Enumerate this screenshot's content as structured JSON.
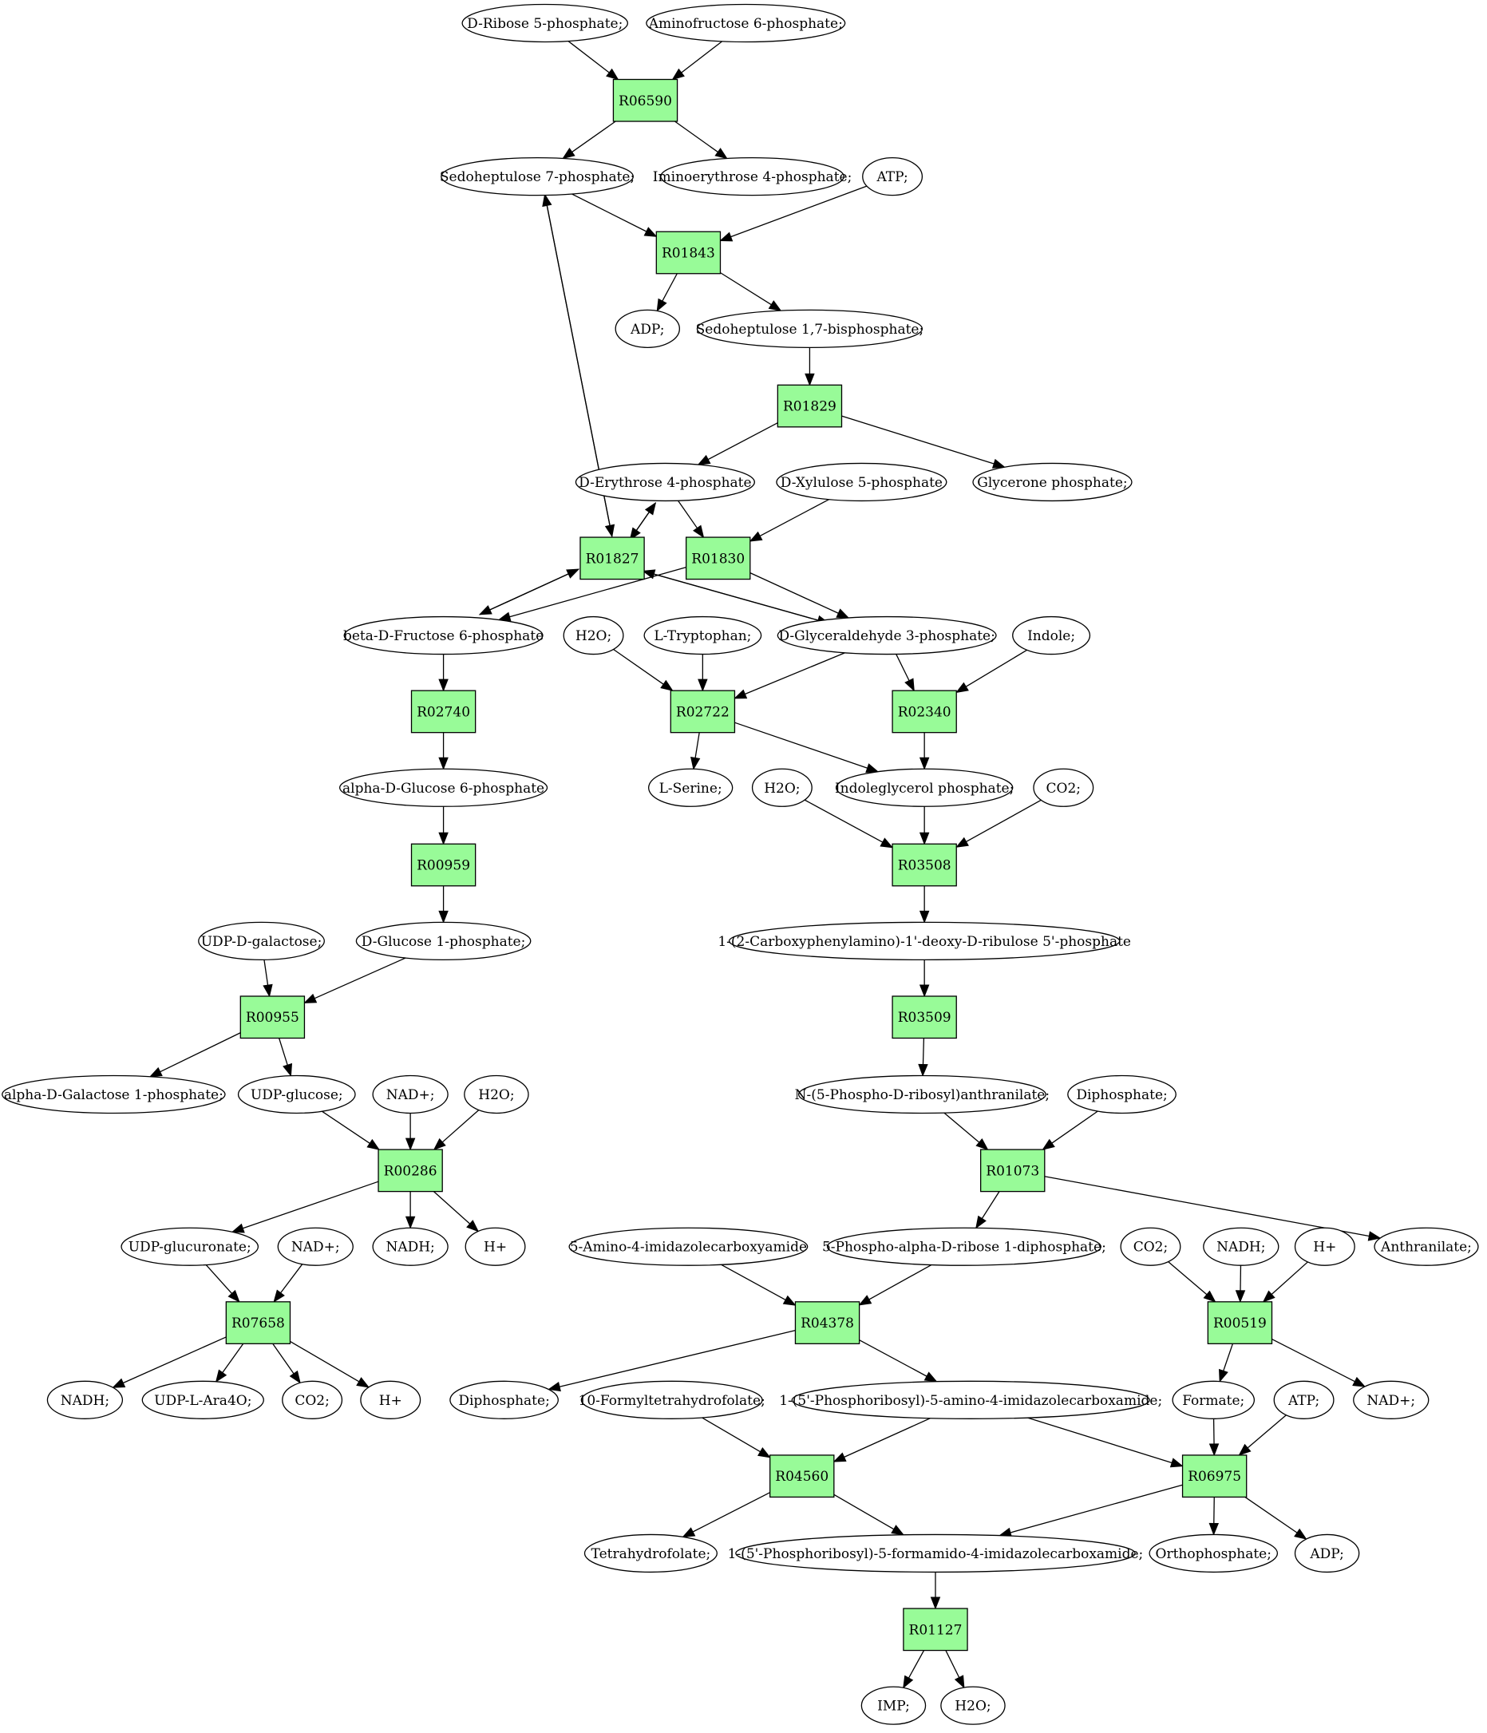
{
  "colors": {
    "reaction_fill": "#98fb98",
    "start_fill": "#00dd00",
    "end_fill": "#ffff00",
    "metabolite_fill": "#ffffff",
    "stroke": "#000000"
  },
  "nodes": [
    {
      "id": "ribose5p",
      "kind": "metabolite",
      "role": "start",
      "label": "D-Ribose 5-phosphate;"
    },
    {
      "id": "aminofructose6p",
      "kind": "metabolite",
      "label": "Aminofructose 6-phosphate;"
    },
    {
      "id": "R06590",
      "kind": "reaction",
      "label": "R06590"
    },
    {
      "id": "sedoheptulose7p",
      "kind": "metabolite",
      "label": "Sedoheptulose 7-phosphate;"
    },
    {
      "id": "iminoerythrose4p",
      "kind": "metabolite",
      "label": "Iminoerythrose 4-phosphate;"
    },
    {
      "id": "atp1",
      "kind": "metabolite",
      "label": "ATP;"
    },
    {
      "id": "R01843",
      "kind": "reaction",
      "label": "R01843"
    },
    {
      "id": "adp1",
      "kind": "metabolite",
      "label": "ADP;"
    },
    {
      "id": "sedoheptulose17bp",
      "kind": "metabolite",
      "label": "Sedoheptulose 1,7-bisphosphate;"
    },
    {
      "id": "R01829",
      "kind": "reaction",
      "label": "R01829"
    },
    {
      "id": "erythrose4p",
      "kind": "metabolite",
      "label": "D-Erythrose 4-phosphate"
    },
    {
      "id": "xylulose5p",
      "kind": "metabolite",
      "label": "D-Xylulose 5-phosphate"
    },
    {
      "id": "glyceronep",
      "kind": "metabolite",
      "label": "Glycerone phosphate;"
    },
    {
      "id": "R01827",
      "kind": "reaction",
      "label": "R01827"
    },
    {
      "id": "R01830",
      "kind": "reaction",
      "label": "R01830"
    },
    {
      "id": "fructose6p",
      "kind": "metabolite",
      "label": "beta-D-Fructose 6-phosphate"
    },
    {
      "id": "h2o1",
      "kind": "metabolite",
      "label": "H2O;"
    },
    {
      "id": "tryptophan",
      "kind": "metabolite",
      "label": "L-Tryptophan;"
    },
    {
      "id": "g3p",
      "kind": "metabolite",
      "label": "D-Glyceraldehyde 3-phosphate;"
    },
    {
      "id": "indole",
      "kind": "metabolite",
      "label": "Indole;"
    },
    {
      "id": "R02740",
      "kind": "reaction",
      "label": "R02740"
    },
    {
      "id": "R02722",
      "kind": "reaction",
      "label": "R02722"
    },
    {
      "id": "R02340",
      "kind": "reaction",
      "label": "R02340"
    },
    {
      "id": "glucose6p",
      "kind": "metabolite",
      "label": "alpha-D-Glucose 6-phosphate"
    },
    {
      "id": "serine",
      "kind": "metabolite",
      "label": "L-Serine;"
    },
    {
      "id": "h2o2",
      "kind": "metabolite",
      "label": "H2O;"
    },
    {
      "id": "igp",
      "kind": "metabolite",
      "label": "Indoleglycerol phosphate;"
    },
    {
      "id": "co2a",
      "kind": "metabolite",
      "label": "CO2;"
    },
    {
      "id": "R00959",
      "kind": "reaction",
      "label": "R00959"
    },
    {
      "id": "R03508",
      "kind": "reaction",
      "label": "R03508"
    },
    {
      "id": "udpgal",
      "kind": "metabolite",
      "label": "UDP-D-galactose;"
    },
    {
      "id": "glucose1p",
      "kind": "metabolite",
      "label": "D-Glucose 1-phosphate;"
    },
    {
      "id": "cdrp",
      "kind": "metabolite",
      "label": "1-(2-Carboxyphenylamino)-1'-deoxy-D-ribulose 5'-phosphate"
    },
    {
      "id": "R00955",
      "kind": "reaction",
      "label": "R00955"
    },
    {
      "id": "R03509",
      "kind": "reaction",
      "label": "R03509"
    },
    {
      "id": "galactose1p",
      "kind": "metabolite",
      "label": "alpha-D-Galactose 1-phosphate;"
    },
    {
      "id": "udpglucose",
      "kind": "metabolite",
      "label": "UDP-glucose;"
    },
    {
      "id": "nadplus1",
      "kind": "metabolite",
      "label": "NAD+;"
    },
    {
      "id": "h2o3",
      "kind": "metabolite",
      "label": "H2O;"
    },
    {
      "id": "pra",
      "kind": "metabolite",
      "label": "N-(5-Phospho-D-ribosyl)anthranilate;"
    },
    {
      "id": "diphosphate1",
      "kind": "metabolite",
      "label": "Diphosphate;"
    },
    {
      "id": "R00286",
      "kind": "reaction",
      "label": "R00286"
    },
    {
      "id": "R01073",
      "kind": "reaction",
      "label": "R01073"
    },
    {
      "id": "udpglucuronate",
      "kind": "metabolite",
      "label": "UDP-glucuronate;"
    },
    {
      "id": "nadplus2",
      "kind": "metabolite",
      "label": "NAD+;"
    },
    {
      "id": "nadh1",
      "kind": "metabolite",
      "label": "NADH;"
    },
    {
      "id": "hplus1",
      "kind": "metabolite",
      "label": "H+"
    },
    {
      "id": "aica",
      "kind": "metabolite",
      "label": "5-Amino-4-imidazolecarboxyamide"
    },
    {
      "id": "prpp",
      "kind": "metabolite",
      "label": "5-Phospho-alpha-D-ribose 1-diphosphate;"
    },
    {
      "id": "co2b",
      "kind": "metabolite",
      "label": "CO2;"
    },
    {
      "id": "nadh2",
      "kind": "metabolite",
      "label": "NADH;"
    },
    {
      "id": "hplus2",
      "kind": "metabolite",
      "label": "H+"
    },
    {
      "id": "anthranilate",
      "kind": "metabolite",
      "label": "Anthranilate;"
    },
    {
      "id": "R07658",
      "kind": "reaction",
      "label": "R07658"
    },
    {
      "id": "R04378",
      "kind": "reaction",
      "label": "R04378"
    },
    {
      "id": "R00519",
      "kind": "reaction",
      "label": "R00519"
    },
    {
      "id": "nadh3",
      "kind": "metabolite",
      "label": "NADH;"
    },
    {
      "id": "udpara4o",
      "kind": "metabolite",
      "label": "UDP-L-Ara4O;"
    },
    {
      "id": "co2c",
      "kind": "metabolite",
      "label": "CO2;"
    },
    {
      "id": "hplus3",
      "kind": "metabolite",
      "label": "H+"
    },
    {
      "id": "diphosphate2",
      "kind": "metabolite",
      "label": "Diphosphate;"
    },
    {
      "id": "formylthf",
      "kind": "metabolite",
      "label": "10-Formyltetrahydrofolate;"
    },
    {
      "id": "aicar",
      "kind": "metabolite",
      "label": "1-(5'-Phosphoribosyl)-5-amino-4-imidazolecarboxamide;"
    },
    {
      "id": "formate",
      "kind": "metabolite",
      "label": "Formate;"
    },
    {
      "id": "atp2",
      "kind": "metabolite",
      "label": "ATP;"
    },
    {
      "id": "nadplus3",
      "kind": "metabolite",
      "label": "NAD+;"
    },
    {
      "id": "R04560",
      "kind": "reaction",
      "label": "R04560"
    },
    {
      "id": "R06975",
      "kind": "reaction",
      "label": "R06975"
    },
    {
      "id": "thf",
      "kind": "metabolite",
      "label": "Tetrahydrofolate;"
    },
    {
      "id": "faicar",
      "kind": "metabolite",
      "label": "1-(5'-Phosphoribosyl)-5-formamido-4-imidazolecarboxamide;"
    },
    {
      "id": "orthophosphate",
      "kind": "metabolite",
      "label": "Orthophosphate;"
    },
    {
      "id": "adp2",
      "kind": "metabolite",
      "label": "ADP;"
    },
    {
      "id": "R01127",
      "kind": "reaction",
      "label": "R01127"
    },
    {
      "id": "imp",
      "kind": "metabolite",
      "role": "end",
      "label": "IMP;"
    },
    {
      "id": "h2o4",
      "kind": "metabolite",
      "label": "H2O;"
    }
  ],
  "edges": [
    [
      "ribose5p",
      "R06590"
    ],
    [
      "aminofructose6p",
      "R06590"
    ],
    [
      "R06590",
      "sedoheptulose7p"
    ],
    [
      "R06590",
      "iminoerythrose4p"
    ],
    [
      "sedoheptulose7p",
      "R01843"
    ],
    [
      "atp1",
      "R01843"
    ],
    [
      "R01843",
      "adp1"
    ],
    [
      "R01843",
      "sedoheptulose17bp"
    ],
    [
      "sedoheptulose17bp",
      "R01829"
    ],
    [
      "R01829",
      "erythrose4p"
    ],
    [
      "R01829",
      "glyceronep"
    ],
    [
      "sedoheptulose7p",
      "R01827"
    ],
    [
      "R01827",
      "sedoheptulose7p"
    ],
    [
      "erythrose4p",
      "R01827"
    ],
    [
      "R01827",
      "erythrose4p"
    ],
    [
      "erythrose4p",
      "R01830"
    ],
    [
      "xylulose5p",
      "R01830"
    ],
    [
      "fructose6p",
      "R01827"
    ],
    [
      "R01827",
      "fructose6p"
    ],
    [
      "g3p",
      "R01827"
    ],
    [
      "R01827",
      "g3p"
    ],
    [
      "R01830",
      "fructose6p"
    ],
    [
      "R01830",
      "g3p"
    ],
    [
      "fructose6p",
      "R02740"
    ],
    [
      "R02740",
      "glucose6p"
    ],
    [
      "glucose6p",
      "R00959"
    ],
    [
      "R00959",
      "glucose1p"
    ],
    [
      "h2o1",
      "R02722"
    ],
    [
      "tryptophan",
      "R02722"
    ],
    [
      "g3p",
      "R02722"
    ],
    [
      "R02722",
      "serine"
    ],
    [
      "R02722",
      "igp"
    ],
    [
      "g3p",
      "R02340"
    ],
    [
      "indole",
      "R02340"
    ],
    [
      "R02340",
      "igp"
    ],
    [
      "h2o2",
      "R03508"
    ],
    [
      "igp",
      "R03508"
    ],
    [
      "co2a",
      "R03508"
    ],
    [
      "R03508",
      "cdrp"
    ],
    [
      "cdrp",
      "R03509"
    ],
    [
      "R03509",
      "pra"
    ],
    [
      "pra",
      "R01073"
    ],
    [
      "diphosphate1",
      "R01073"
    ],
    [
      "R01073",
      "prpp"
    ],
    [
      "R01073",
      "anthranilate"
    ],
    [
      "udpgal",
      "R00955"
    ],
    [
      "glucose1p",
      "R00955"
    ],
    [
      "R00955",
      "galactose1p"
    ],
    [
      "R00955",
      "udpglucose"
    ],
    [
      "udpglucose",
      "R00286"
    ],
    [
      "nadplus1",
      "R00286"
    ],
    [
      "h2o3",
      "R00286"
    ],
    [
      "R00286",
      "udpglucuronate"
    ],
    [
      "R00286",
      "nadh1"
    ],
    [
      "R00286",
      "hplus1"
    ],
    [
      "udpglucuronate",
      "R07658"
    ],
    [
      "nadplus2",
      "R07658"
    ],
    [
      "R07658",
      "nadh3"
    ],
    [
      "R07658",
      "udpara4o"
    ],
    [
      "R07658",
      "co2c"
    ],
    [
      "R07658",
      "hplus3"
    ],
    [
      "aica",
      "R04378"
    ],
    [
      "prpp",
      "R04378"
    ],
    [
      "R04378",
      "diphosphate2"
    ],
    [
      "R04378",
      "aicar"
    ],
    [
      "co2b",
      "R00519"
    ],
    [
      "nadh2",
      "R00519"
    ],
    [
      "hplus2",
      "R00519"
    ],
    [
      "R00519",
      "formate"
    ],
    [
      "R00519",
      "nadplus3"
    ],
    [
      "formylthf",
      "R04560"
    ],
    [
      "aicar",
      "R04560"
    ],
    [
      "R04560",
      "thf"
    ],
    [
      "R04560",
      "faicar"
    ],
    [
      "aicar",
      "R06975"
    ],
    [
      "formate",
      "R06975"
    ],
    [
      "atp2",
      "R06975"
    ],
    [
      "R06975",
      "faicar"
    ],
    [
      "R06975",
      "orthophosphate"
    ],
    [
      "R06975",
      "adp2"
    ],
    [
      "faicar",
      "R01127"
    ],
    [
      "R01127",
      "imp"
    ],
    [
      "R01127",
      "h2o4"
    ]
  ]
}
